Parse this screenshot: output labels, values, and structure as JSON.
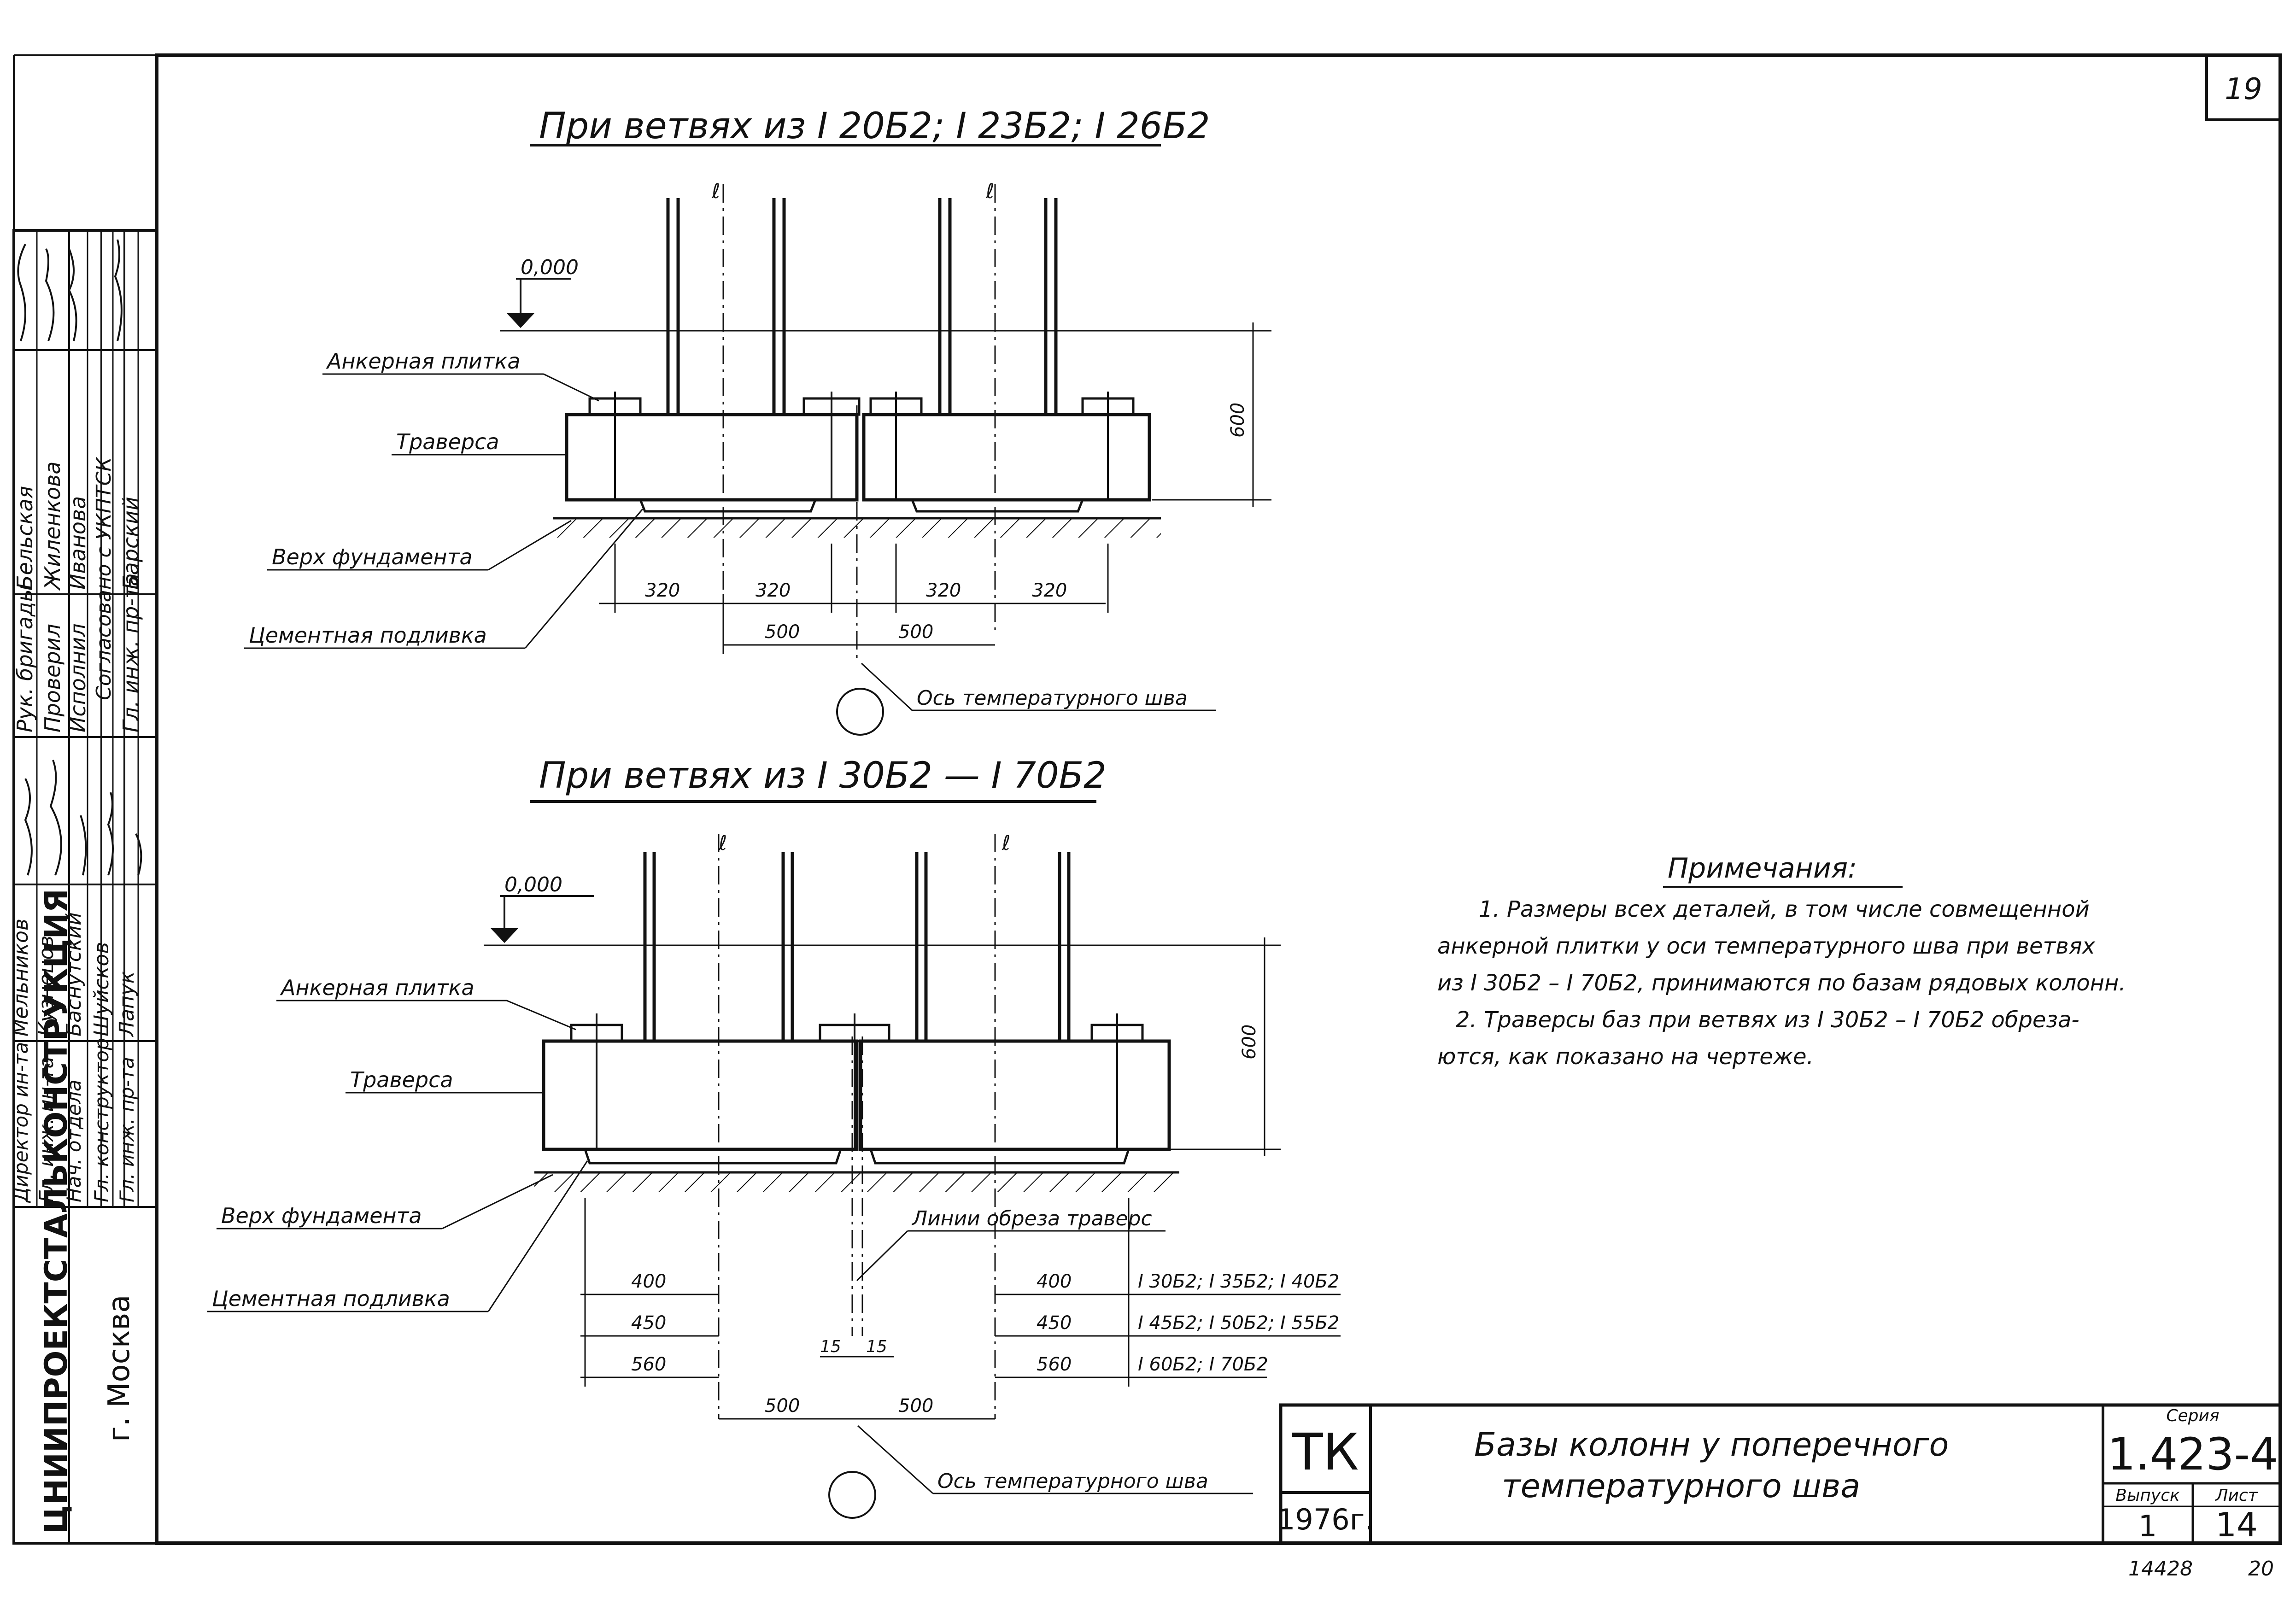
{
  "sheet_number": "19",
  "view1": {
    "title": "При ветвях из I 20Б2; I 23Б2; I 26Б2",
    "elevation": "0,000",
    "height_dim": "600",
    "label_anchor_plate": "Анкерная плитка",
    "label_traverse": "Траверса",
    "label_foundation_top": "Верх фундамента",
    "label_cement_grout": "Цементная подливка",
    "label_axis": "Ось температурного шва",
    "dims_320": [
      "320",
      "320",
      "320",
      "320"
    ],
    "dims_500": [
      "500",
      "500"
    ],
    "axis_marks": [
      "ℓ",
      "ℓ"
    ]
  },
  "view2": {
    "title": "При ветвях из I 30Б2 — I 70Б2",
    "elevation": "0,000",
    "height_dim": "600",
    "label_anchor_plate": "Анкерная плитка",
    "label_traverse": "Траверса",
    "label_foundation_top": "Верх фундамента",
    "label_cement_grout": "Цементная подливка",
    "label_cut_lines": "Линии обреза траверс",
    "label_axis": "Ось температурного шва",
    "left_dims": [
      "400",
      "450",
      "560"
    ],
    "right_dims": [
      "400",
      "450",
      "560"
    ],
    "profile_notes": [
      "I 30Б2; I 35Б2; I 40Б2",
      "I 45Б2; I 50Б2; I 55Б2",
      "I 60Б2; I 70Б2"
    ],
    "gap_dims": [
      "15",
      "15"
    ],
    "dims_500": [
      "500",
      "500"
    ],
    "axis_marks": [
      "ℓ",
      "ℓ"
    ]
  },
  "notes": {
    "heading": "Примечания:",
    "lines": [
      "1. Размеры всех деталей, в том числе совмещенной",
      "анкерной плитки у оси температурного шва при ветвях",
      "из I 30Б2 – I 70Б2, принимаются по базам рядовых колонн.",
      "2. Траверсы баз при ветвях из I 30Б2 – I 70Б2 обреза-",
      "ются, как показано на чертеже."
    ]
  },
  "left_block": {
    "org": "ЦНИИПРОЕКТСТАЛЬКОНСТРУКЦИЯ",
    "city": "г. Москва",
    "roles_top": [
      "Рук. бригады",
      "Проверил",
      "Исполнил",
      "Гл. инж. пр-та"
    ],
    "names_top": [
      "Бельская",
      "Жиленкова",
      "Иванова",
      "Барский"
    ],
    "agreed": "Согласовано с УКПТСК",
    "roles_bottom": [
      "Директор ин-та",
      "Гл. инж. ин-та",
      "Нач. отдела",
      "Гл. конструктор",
      "Гл. инж. пр-та"
    ],
    "names_bottom": [
      "Мельников",
      "Кузнецов",
      "Баснутский",
      "Шуйсков",
      "Лапук"
    ]
  },
  "title_block": {
    "tk": "ТК",
    "year": "1976г.",
    "title_line1": "Базы колонн у поперечного",
    "title_line2": "температурного шва",
    "series_label": "Серия",
    "series": "1.423-4",
    "issue_label": "Выпуск",
    "issue": "1",
    "sheet_label": "Лист",
    "sheet": "14"
  },
  "footer": {
    "code": "14428",
    "num": "20"
  }
}
